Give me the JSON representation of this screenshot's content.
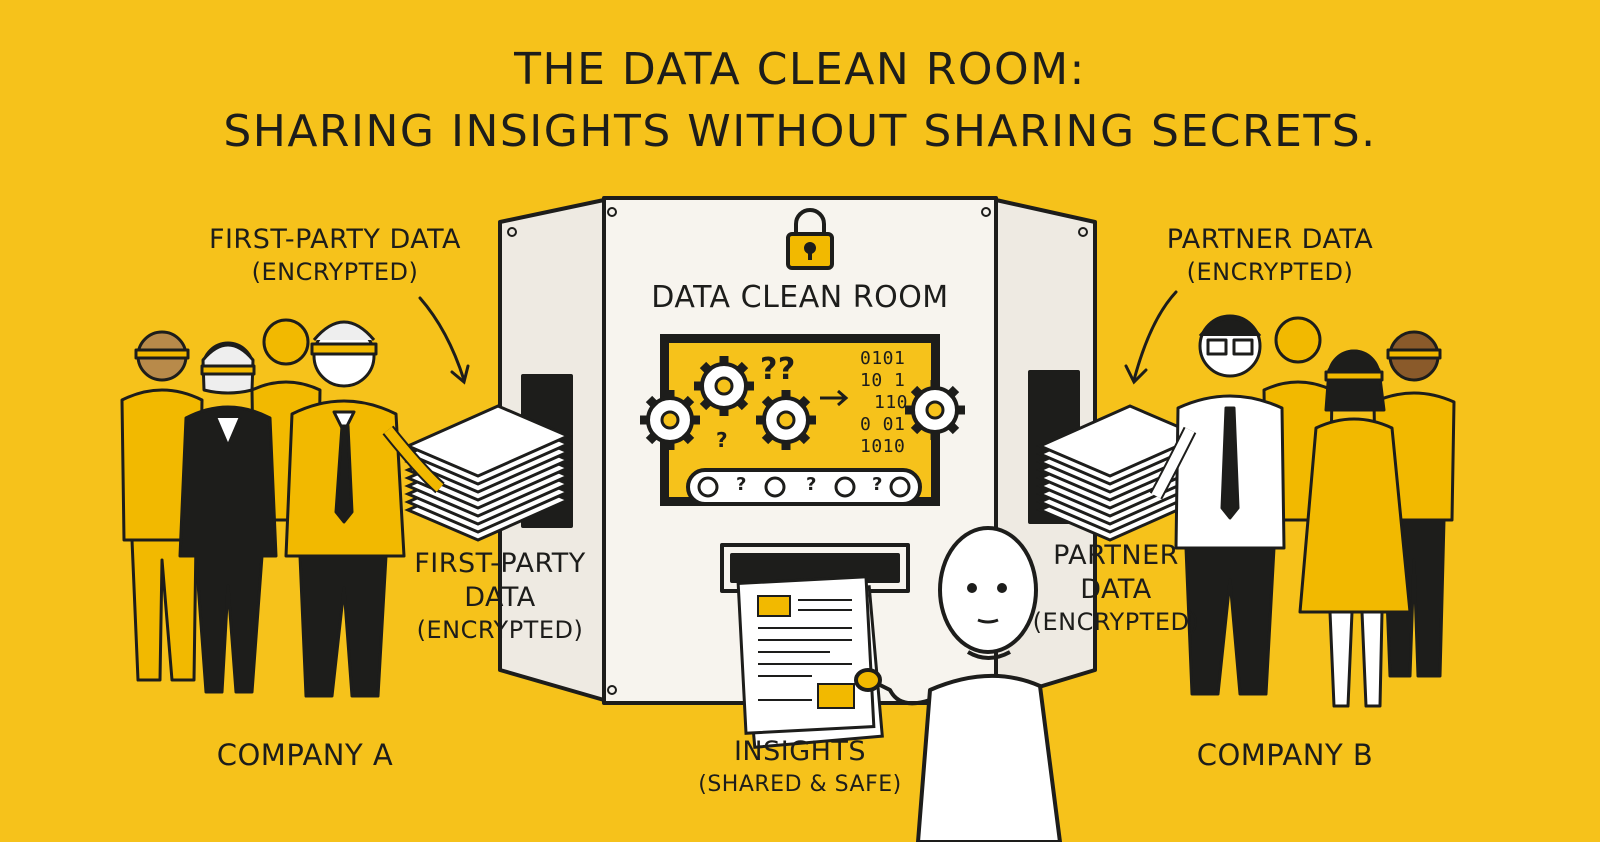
{
  "title": {
    "line1": "THE DATA CLEAN ROOM:",
    "line2": "SHARING INSIGHTS WITHOUT SHARING SECRETS."
  },
  "machine": {
    "label": "DATA CLEAN ROOM",
    "binary": [
      "0101",
      "10      1",
      "110",
      "0   01",
      "1010"
    ],
    "qmarks": [
      "??",
      "?"
    ],
    "belt_marks": [
      "?",
      "?",
      "?"
    ]
  },
  "left": {
    "top_label_1": "FIRST-PARTY DATA",
    "top_label_2": "(ENCRYPTED)",
    "mid_label_1": "FIRST-PARTY",
    "mid_label_2": "DATA",
    "mid_label_3": "(ENCRYPTED)",
    "company": "COMPANY A"
  },
  "right": {
    "top_label_1": "PARTNER DATA",
    "top_label_2": "(ENCRYPTED)",
    "mid_label_1": "PARTNER",
    "mid_label_2": "DATA",
    "mid_label_3": "(ENCRYPTED)",
    "company": "COMPANY B"
  },
  "output": {
    "label_1": "INSIGHTS",
    "label_2": "(SHARED & SAFE)"
  },
  "colors": {
    "background": "#f6c21b",
    "ink": "#1d1d1b",
    "machine": "#f7f4ee",
    "accent": "#f2b900"
  }
}
